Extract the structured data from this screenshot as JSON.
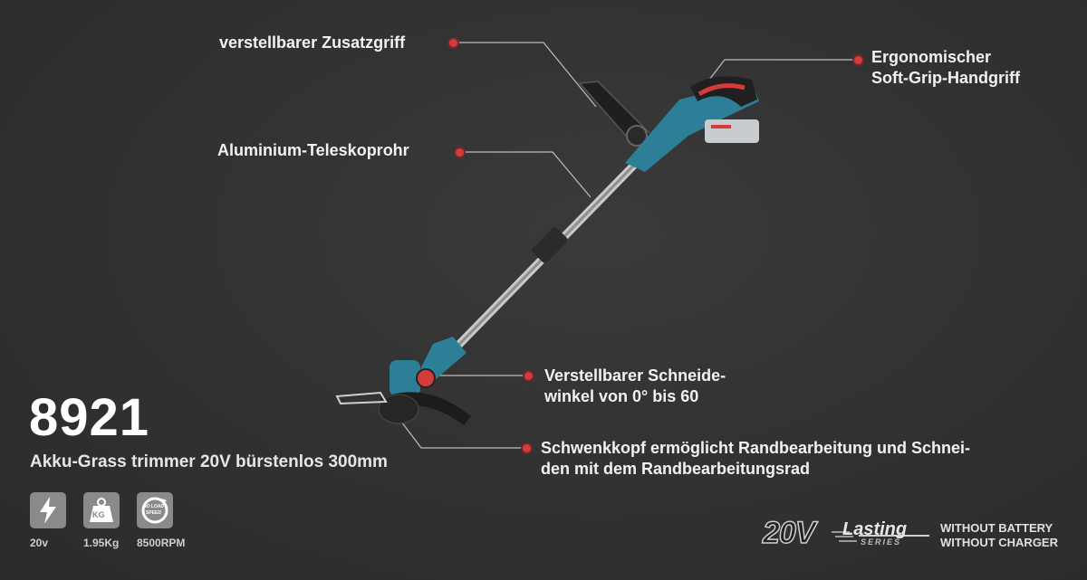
{
  "callouts": {
    "aux_handle": "verstellbarer Zusatzgriff",
    "soft_grip_1": "Ergonomischer",
    "soft_grip_2": "Soft-Grip-Handgriff",
    "tube": "Aluminium-Teleskoprohr",
    "angle_1": "Verstellbarer Schneide-",
    "angle_2": "winkel von 0° bis 60",
    "swivel_1": "Schwenkkopf ermöglicht Randbearbeitung und Schnei-",
    "swivel_2": "den mit dem Randbearbeitungsrad"
  },
  "product": {
    "model": "8921",
    "subtitle": "Akku-Grass trimmer 20V bürstenlos 300mm"
  },
  "specs": [
    {
      "icon": "lightning-icon",
      "label": "20v"
    },
    {
      "icon": "weight-icon",
      "icon_text": "KG",
      "label": "1.95Kg"
    },
    {
      "icon": "speed-icon",
      "icon_text_1": "NO LOAD",
      "icon_text_2": "SPEED",
      "label": "8500RPM"
    }
  ],
  "brand": {
    "voltage": "20V",
    "line": "Lasting",
    "series": "SERIES",
    "note_1": "WITHOUT BATTERY",
    "note_2": "WITHOUT CHARGER"
  },
  "colors": {
    "accent": "#d63a3a",
    "tool_body": "#2d7f98",
    "background": "#313131"
  }
}
